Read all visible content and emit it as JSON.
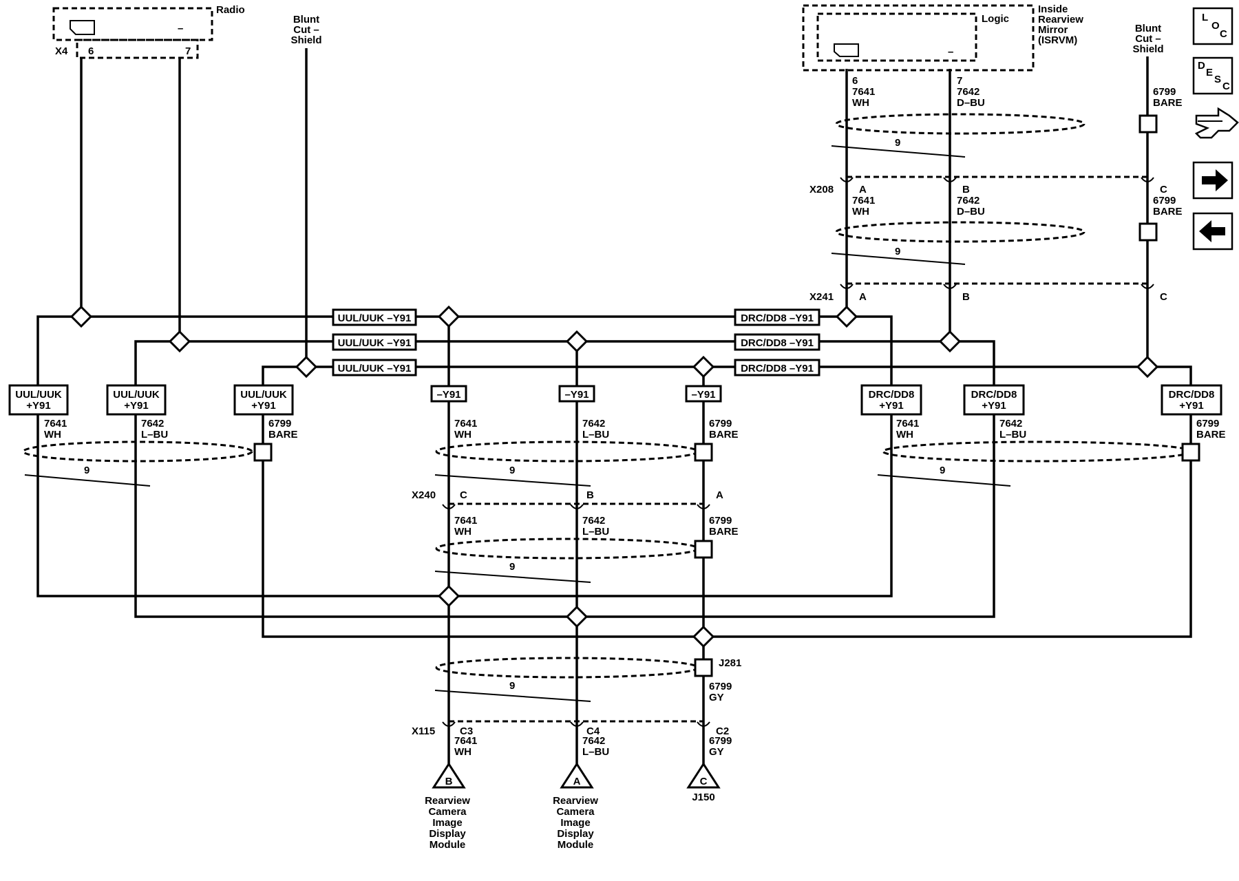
{
  "modules": {
    "radio": {
      "name": "Radio",
      "connector": "X4",
      "pin_left": "6",
      "pin_right": "7",
      "dash": "–"
    },
    "isrvm": {
      "block": "Logic",
      "name_lines": [
        "Inside",
        "Rearview",
        "Mirror",
        "(ISRVM)"
      ],
      "pin_left": "6",
      "pin_right": "7",
      "dash": "–"
    }
  },
  "blunt_cut": {
    "lines": [
      "Blunt",
      "Cut –",
      "Shield"
    ]
  },
  "wires": {
    "wh": {
      "circuit": "7641",
      "color": "WH"
    },
    "lbu": {
      "circuit": "7642",
      "color": "L–BU"
    },
    "dbu": {
      "circuit": "7642",
      "color": "D–BU"
    },
    "bare": {
      "circuit": "6799",
      "color": "BARE"
    },
    "gy": {
      "circuit": "6799",
      "color": "GY"
    }
  },
  "twist_label": "9",
  "connectors": {
    "x208": {
      "name": "X208",
      "pins": [
        "A",
        "B",
        "C"
      ]
    },
    "x241": {
      "name": "X241",
      "pins": [
        "A",
        "B",
        "C"
      ]
    },
    "x240": {
      "name": "X240",
      "pins": [
        "C",
        "B",
        "A"
      ]
    },
    "x115": {
      "name": "X115",
      "pins": [
        "C3",
        "C4",
        "C2"
      ]
    }
  },
  "option_labels": {
    "uul_y91": "UUL/UUK –Y91",
    "drc_y91": "DRC/DD8 –Y91",
    "y91": "–Y91",
    "uul_plus": [
      "UUL/UUK",
      "+Y91"
    ],
    "drc_plus": [
      "DRC/DD8",
      "+Y91"
    ]
  },
  "shield_splice": "J281",
  "terminals": {
    "b": {
      "letter": "B",
      "lines": [
        "Rearview",
        "Camera",
        "Image",
        "Display",
        "Module"
      ]
    },
    "a": {
      "letter": "A",
      "lines": [
        "Rearview",
        "Camera",
        "Image",
        "Display",
        "Module"
      ]
    },
    "c": {
      "letter": "C",
      "lines": [
        "J150"
      ]
    }
  },
  "nav": {
    "loc": [
      "L",
      "O",
      "C"
    ],
    "desc": [
      "D",
      "E",
      "S",
      "C"
    ],
    "icons": [
      "connector-tool-icon",
      "arrow-right-icon",
      "arrow-left-icon"
    ]
  }
}
